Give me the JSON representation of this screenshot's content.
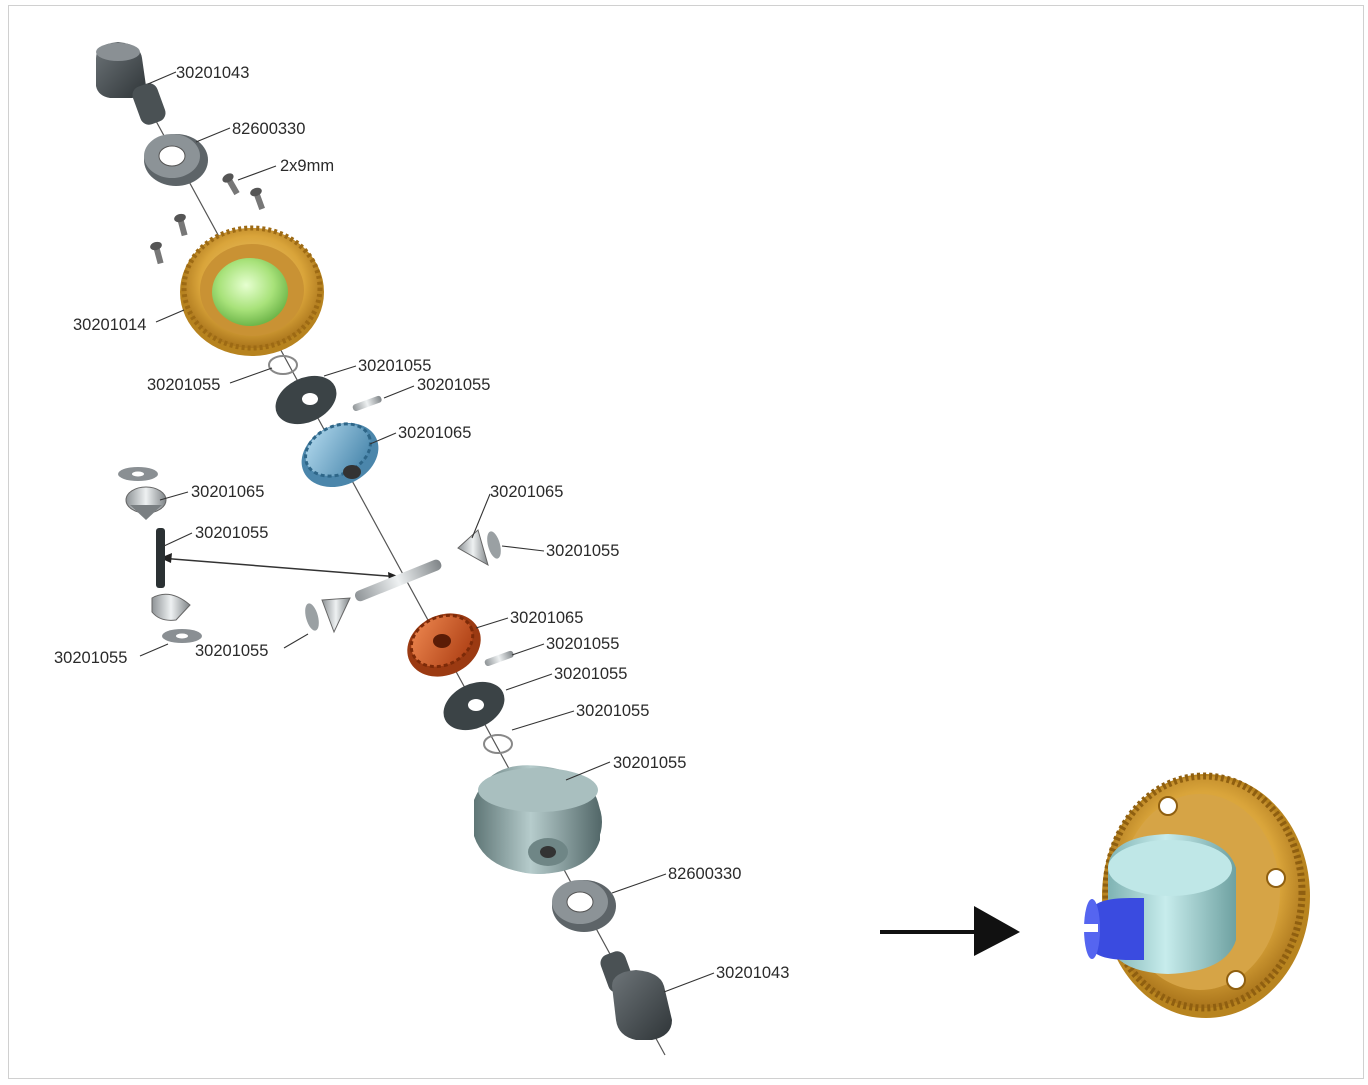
{
  "labels": {
    "l01": "30201043",
    "l02": "82600330",
    "l03": "2x9mm",
    "l04": "30201014",
    "l05": "30201055",
    "l06": "30201055",
    "l07": "30201055",
    "l08": "30201065",
    "l09": "30201065",
    "l10": "30201065",
    "l11": "30201055",
    "l12": "30201055",
    "l13": "30201055",
    "l14": "30201055",
    "l15": "30201065",
    "l16": "30201055",
    "l17": "30201055",
    "l18": "30201055",
    "l19": "30201055",
    "l20": "82600330",
    "l21": "30201043"
  },
  "colors": {
    "gear_gold": "#d9a43a",
    "gear_center_green": "#a8e27a",
    "bevel_blue": "#6aa6c9",
    "bevel_orange": "#d4531d",
    "washer_dark": "#3b4346",
    "housing_teal": "#8aa9a9",
    "assembled_housing": "#9fd3d3",
    "assembled_shaft": "#3a4be0",
    "outdrive_gray": "#555a5e"
  },
  "icons": {
    "arrow": "arrow-right-icon"
  }
}
